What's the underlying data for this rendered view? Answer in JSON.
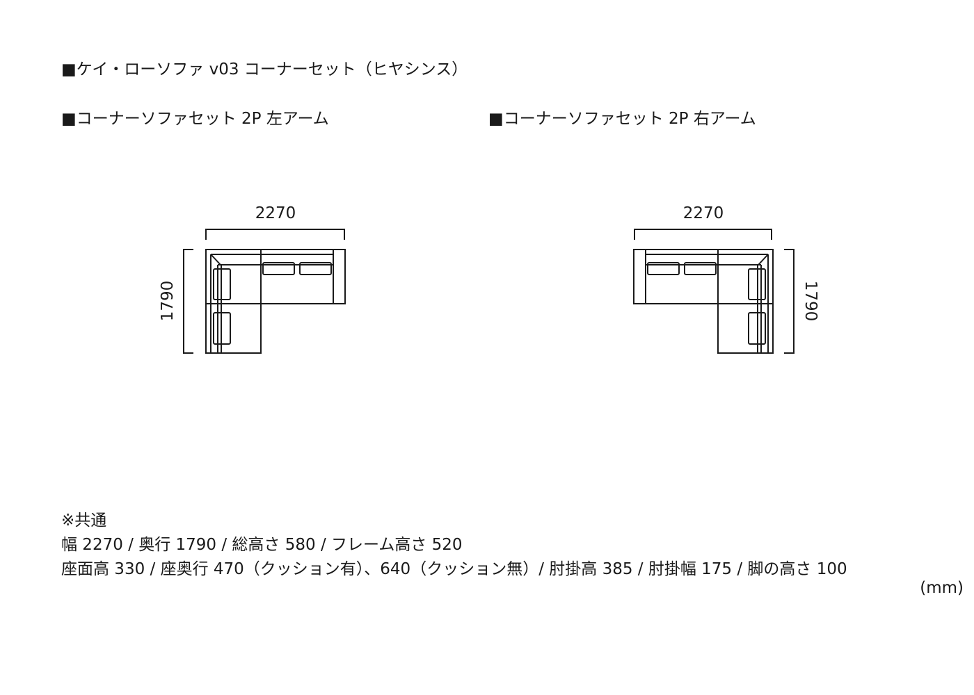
{
  "title": "■ケイ・ローソファ v03 コーナーセット（ヒヤシンス）",
  "variants": [
    {
      "label": "■コーナーソファセット 2P 左アーム",
      "width": "2270",
      "depth": "1790"
    },
    {
      "label": "■コーナーソファセット 2P 右アーム",
      "width": "2270",
      "depth": "1790"
    }
  ],
  "notes": {
    "heading": "※共通",
    "line1": "幅 2270 / 奥行 1790 / 総高さ 580 / フレーム高さ 520",
    "line2": "座面高 330 / 座奥行 470（クッション有）、640（クッション無）/ 肘掛高 385 / 肘掛幅 175 / 脚の高さ 100",
    "unit": "(mm)"
  }
}
